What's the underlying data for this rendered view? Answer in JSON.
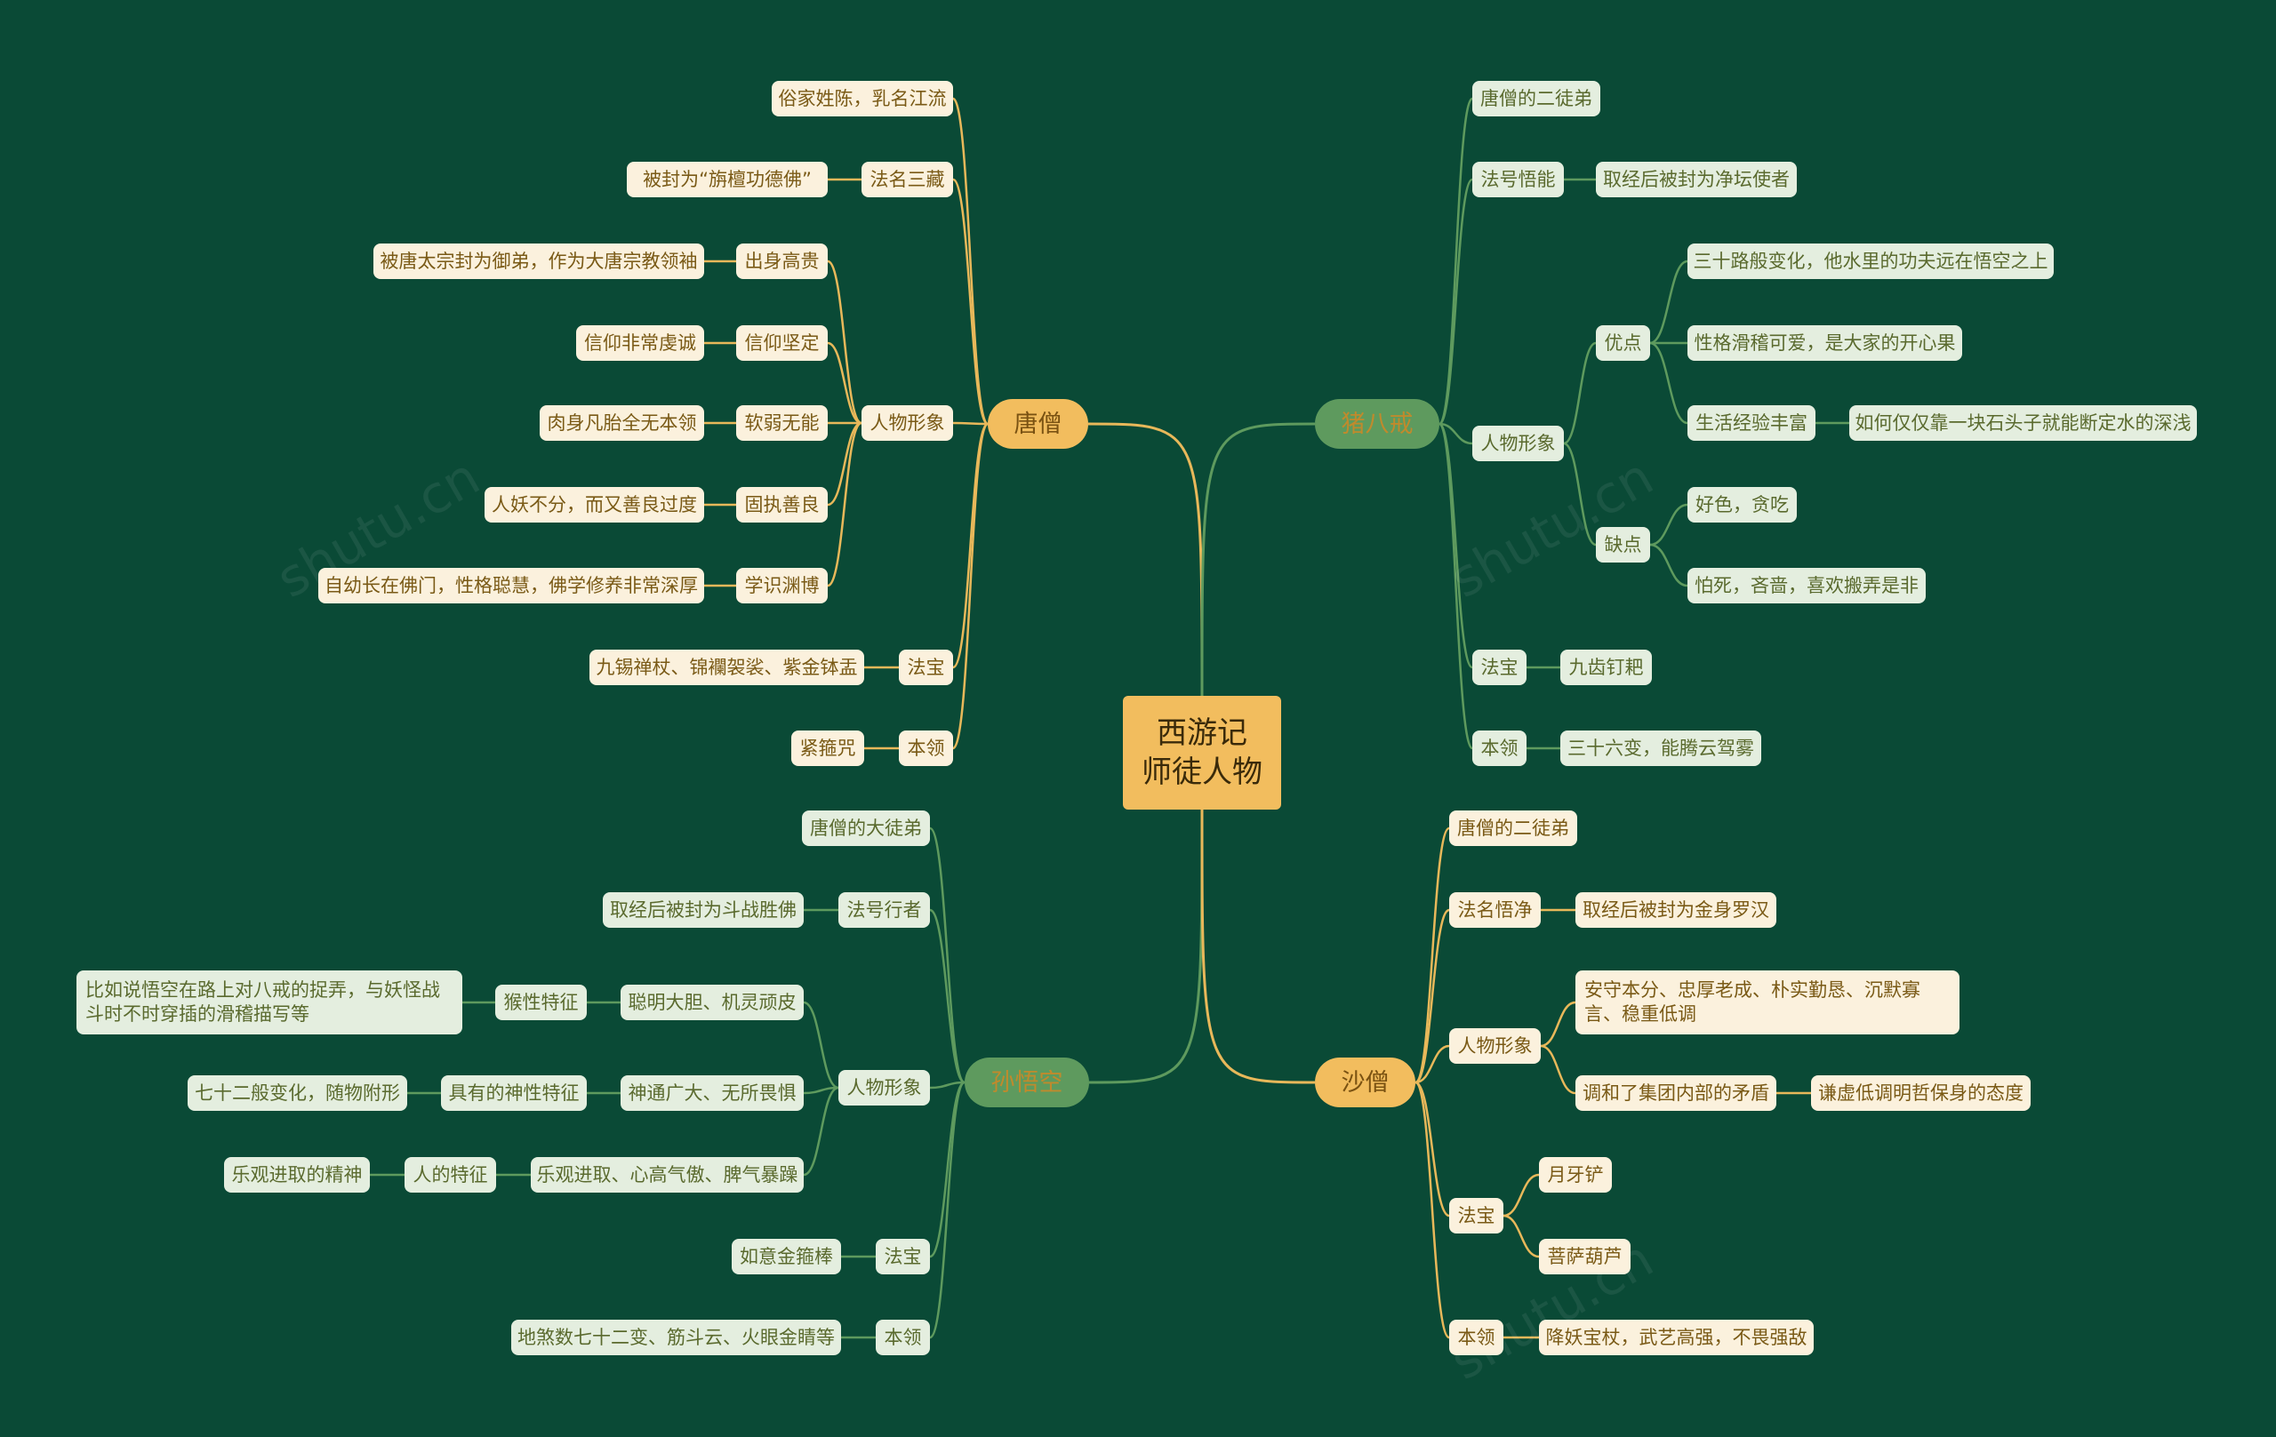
{
  "colors": {
    "background": "#0a4a36",
    "yellow_line": "#e8b85a",
    "green_line": "#5e9a5e",
    "yellow_node": "#fbf1dd",
    "green_node": "#e4eedf",
    "branch_yellow": "#f2bd5e",
    "branch_green": "#5e9a5e"
  },
  "root": {
    "line1": "西游记",
    "line2": "师徒人物"
  },
  "tang": {
    "title": "唐僧",
    "n1": "俗家姓陈，乳名江流",
    "n2": "法名三藏",
    "n2a": "被封为“旃檀功德佛”",
    "n3": "人物形象",
    "t1": "出身高贵",
    "t1a": "被唐太宗封为御弟，作为大唐宗教领袖",
    "t2": "信仰坚定",
    "t2a": "信仰非常虔诚",
    "t3": "软弱无能",
    "t3a": "肉身凡胎全无本领",
    "t4": "固执善良",
    "t4a": "人妖不分，而又善良过度",
    "t5": "学识渊博",
    "t5a": "自幼长在佛门，性格聪慧，佛学修养非常深厚",
    "n4": "法宝",
    "n4a": "九锡禅杖、锦襴袈裟、紫金钵盂",
    "n5": "本领",
    "n5a": "紧箍咒"
  },
  "zhu": {
    "title": "猪八戒",
    "n1": "唐僧的二徒弟",
    "n2": "法号悟能",
    "n2a": "取经后被封为净坛使者",
    "n3": "人物形象",
    "good": "优点",
    "g1": "三十路般变化，他水里的功夫远在悟空之上",
    "g2": "性格滑稽可爱，是大家的开心果",
    "g3": "生活经验丰富",
    "g3a": "如何仅仅靠一块石头子就能断定水的深浅",
    "bad": "缺点",
    "b1": "好色，贪吃",
    "b2": "怕死，吝啬，喜欢搬弄是非",
    "n4": "法宝",
    "n4a": "九齿钉耙",
    "n5": "本领",
    "n5a": "三十六变，能腾云驾雾"
  },
  "sun": {
    "title": "孙悟空",
    "n1": "唐僧的大徒弟",
    "n2": "法号行者",
    "n2a": "取经后被封为斗战胜佛",
    "n3": "人物形象",
    "s1": "聪明大胆、机灵顽皮",
    "s1a": "猴性特征",
    "s1b": "比如说悟空在路上对八戒的捉弄，与妖怪战斗时不时穿插的滑稽描写等",
    "s2": "神通广大、无所畏惧",
    "s2a": "具有的神性特征",
    "s2b": "七十二般变化，随物附形",
    "s3": "乐观进取、心高气傲、脾气暴躁",
    "s3a": "人的特征",
    "s3b": "乐观进取的精神",
    "n4": "法宝",
    "n4a": "如意金箍棒",
    "n5": "本领",
    "n5a": "地煞数七十二变、筋斗云、火眼金睛等"
  },
  "sha": {
    "title": "沙僧",
    "n1": "唐僧的二徒弟",
    "n2": "法名悟净",
    "n2a": "取经后被封为金身罗汉",
    "n3": "人物形象",
    "c1": "安守本分、忠厚老成、朴实勤恳、沉默寡言、稳重低调",
    "c2": "调和了集团内部的矛盾",
    "c2a": "谦虚低调明哲保身的态度",
    "n4": "法宝",
    "n4a": "月牙铲",
    "n4b": "菩萨葫芦",
    "n5": "本领",
    "n5a": "降妖宝杖，武艺高强，不畏强敌"
  }
}
